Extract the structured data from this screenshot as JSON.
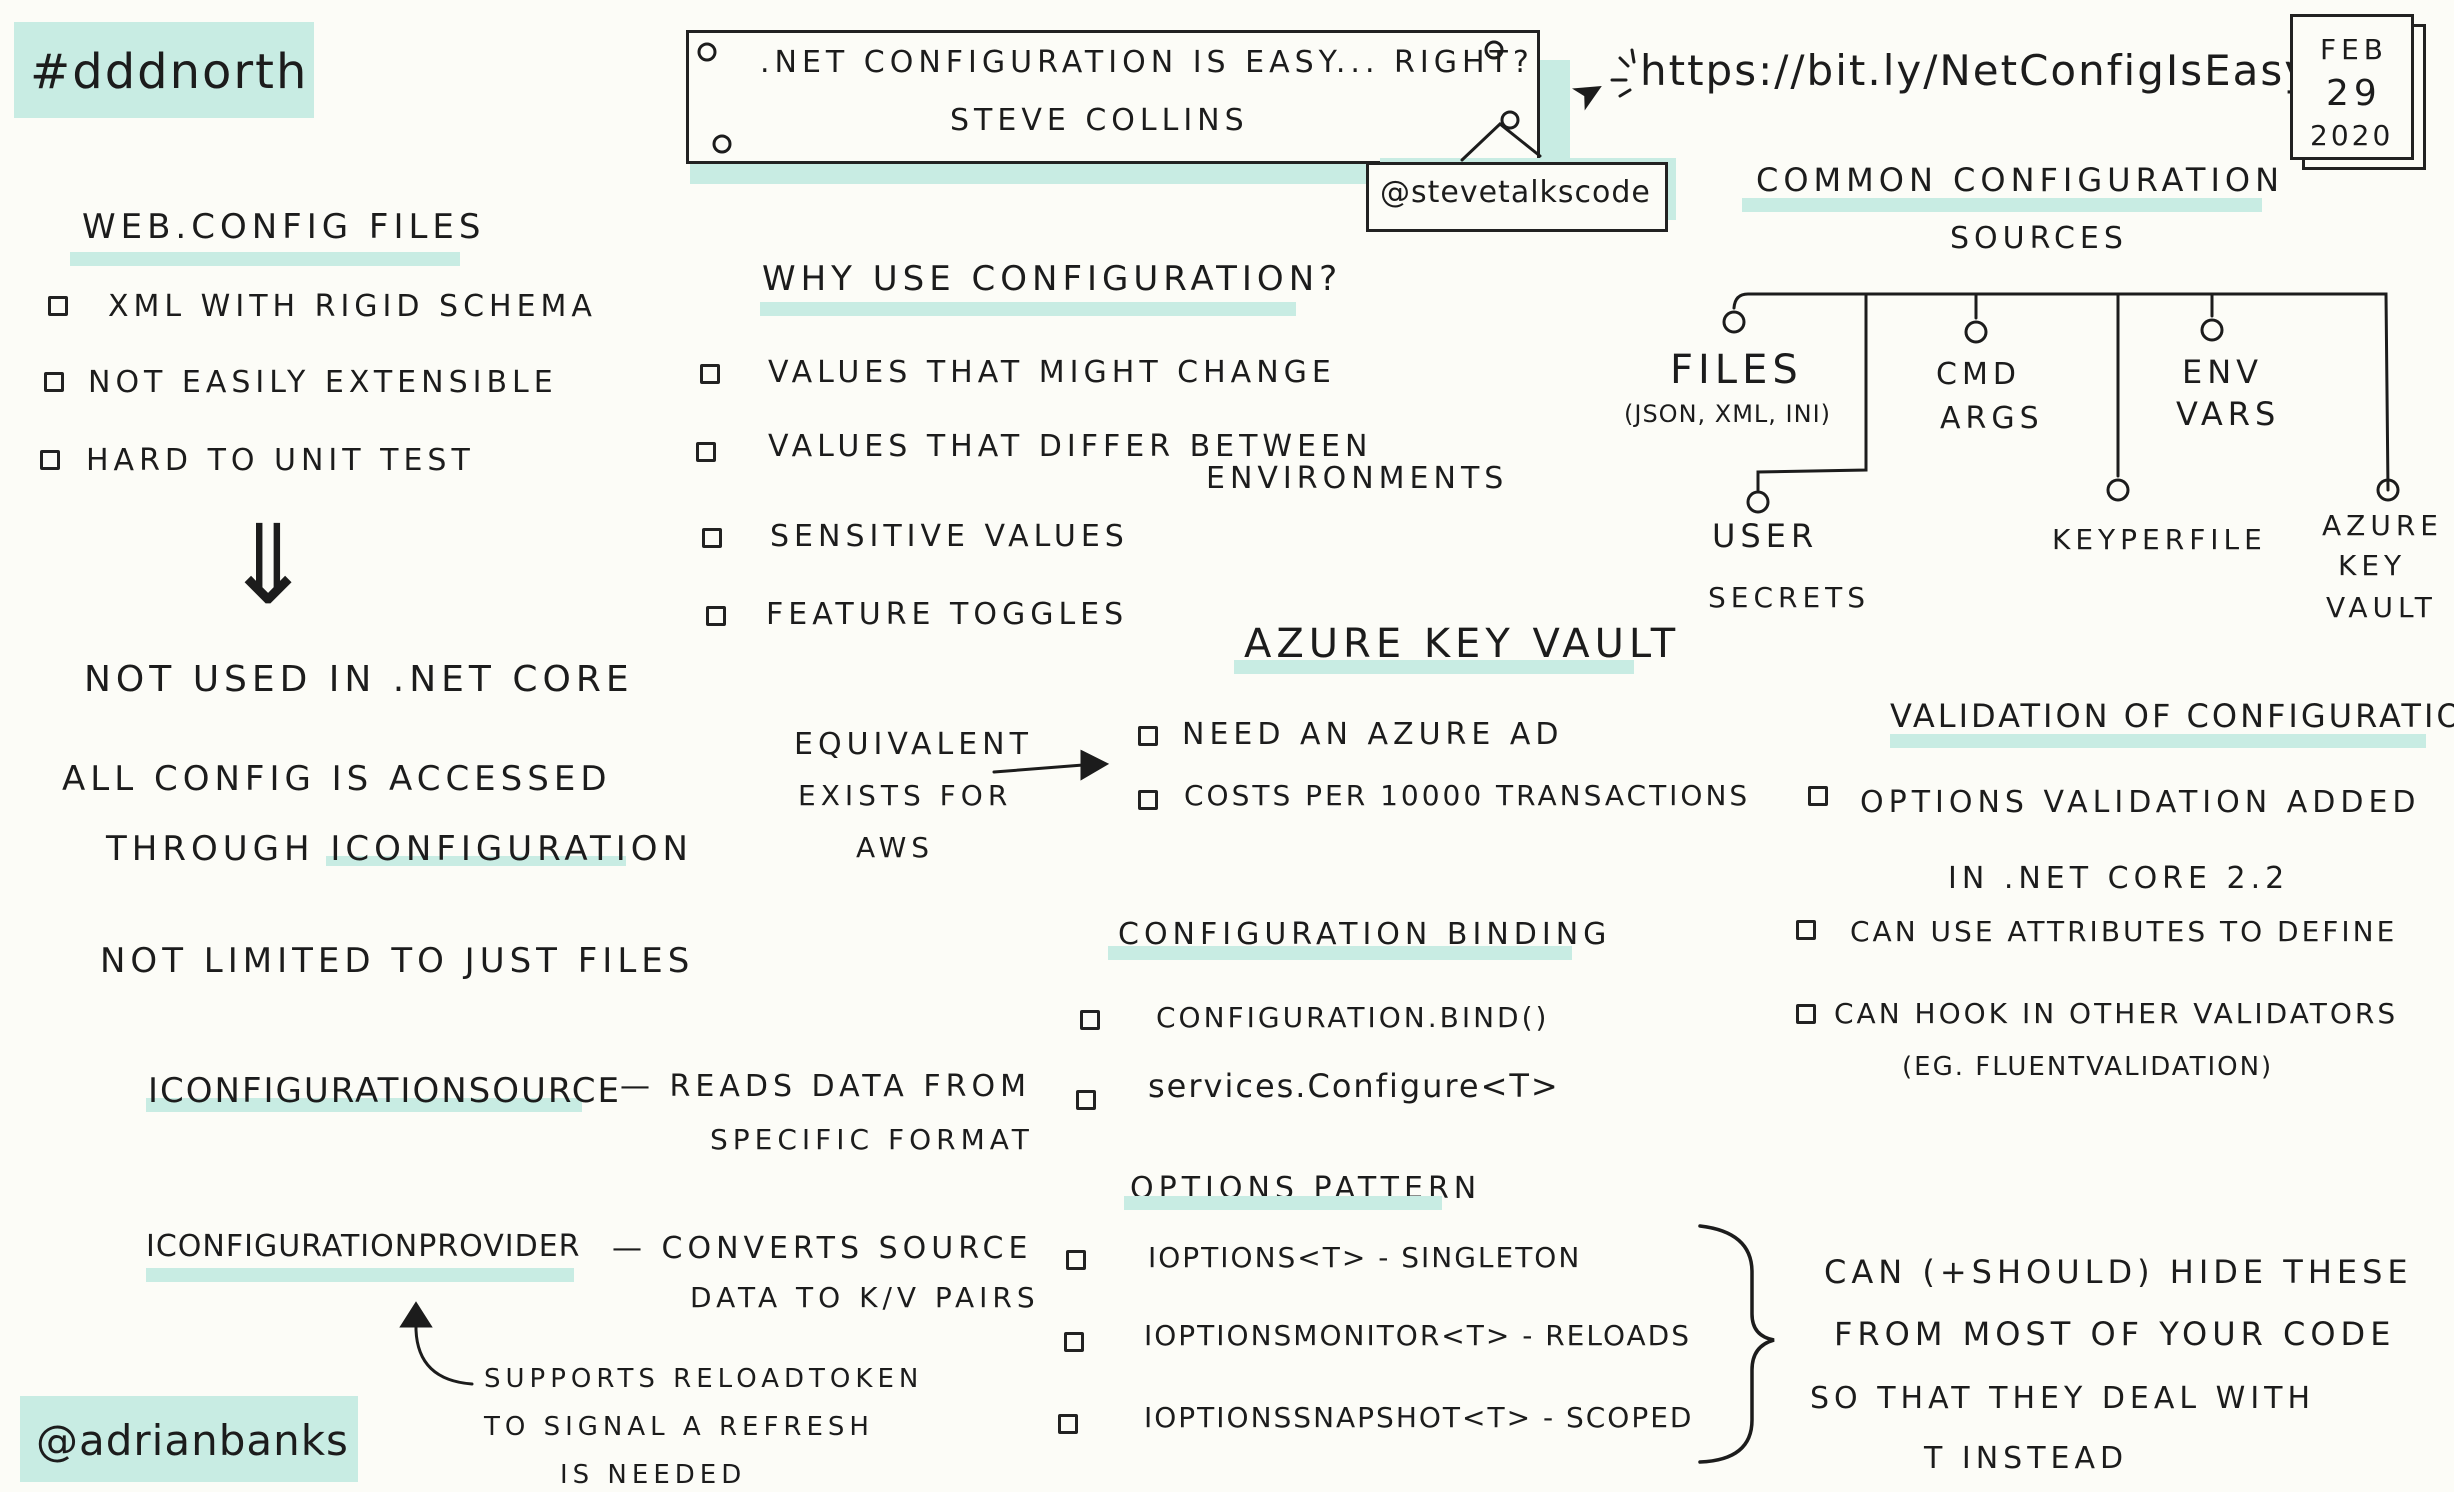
{
  "hashtag": "#dddnorth",
  "author_handle": "@adrianbanks",
  "talk": {
    "title": ".NET CONFIGURATION IS EASY... RIGHT?",
    "speaker": "STEVE COLLINS",
    "speaker_handle": "@stevetalkscode",
    "link": "https://bit.ly/NetConfigIsEasy"
  },
  "date": {
    "month": "FEB",
    "day": "29",
    "year": "2020"
  },
  "web_config": {
    "heading": "WEB.CONFIG FILES",
    "items": [
      "XML WITH RIGID SCHEMA",
      "NOT EASILY EXTENSIBLE",
      "HARD TO UNIT TEST"
    ],
    "not_used": "NOT USED IN .NET CORE",
    "all_config_1": "ALL CONFIG IS ACCESSED",
    "all_config_2": "THROUGH ICONFIGURATION",
    "not_limited": "NOT LIMITED TO JUST FILES"
  },
  "source": {
    "name": "ICONFIGURATIONSOURCE",
    "desc_1": "— READS DATA FROM",
    "desc_2": "SPECIFIC FORMAT"
  },
  "provider": {
    "name": "ICONFIGURATIONPROVIDER",
    "desc_1": "— CONVERTS SOURCE",
    "desc_2": "DATA TO K/V PAIRS",
    "note_1": "SUPPORTS RELOADTOKEN",
    "note_2": "TO SIGNAL A REFRESH",
    "note_3": "IS NEEDED"
  },
  "why": {
    "heading": "WHY USE CONFIGURATION?",
    "items": [
      "VALUES THAT MIGHT CHANGE",
      "VALUES THAT DIFFER BETWEEN",
      "SENSITIVE VALUES",
      "FEATURE TOGGLES"
    ],
    "item2_cont": "ENVIRONMENTS"
  },
  "sources": {
    "heading_1": "COMMON CONFIGURATION",
    "heading_2": "SOURCES",
    "files": "FILES",
    "files_sub": "(JSON, XML, INI)",
    "cmd_1": "CMD",
    "cmd_2": "ARGS",
    "env_1": "ENV",
    "env_2": "VARS",
    "user_1": "USER",
    "user_2": "SECRETS",
    "keyperfile": "KEYPERFILE",
    "akv_1": "AZURE",
    "akv_2": "KEY",
    "akv_3": "VAULT"
  },
  "akv": {
    "heading": "AZURE KEY VAULT",
    "equiv_1": "EQUIVALENT",
    "equiv_2": "EXISTS FOR",
    "equiv_3": "AWS",
    "items": [
      "NEED AN AZURE AD",
      "COSTS PER 10000 TRANSACTIONS"
    ]
  },
  "validation": {
    "heading": "VALIDATION OF CONFIGURATION",
    "item1_1": "OPTIONS VALIDATION ADDED",
    "item1_2": "IN .NET CORE 2.2",
    "item2": "CAN USE ATTRIBUTES TO DEFINE",
    "item3": "CAN HOOK IN OTHER VALIDATORS",
    "item3_sub": "(EG. FLUENTVALIDATION)"
  },
  "binding": {
    "heading": "CONFIGURATION BINDING",
    "items": [
      "CONFIGURATION.BIND()",
      "services.Configure<T>"
    ]
  },
  "options": {
    "heading": "OPTIONS PATTERN",
    "items": [
      "IOPTIONS<T> - SINGLETON",
      "IOPTIONSMONITOR<T> - RELOADS",
      "IOPTIONSSNAPSHOT<T> - SCOPED"
    ],
    "note_1": "CAN (+SHOULD) HIDE THESE",
    "note_2": "FROM MOST OF YOUR CODE",
    "note_3": "SO THAT THEY DEAL WITH",
    "note_4": "T INSTEAD"
  }
}
